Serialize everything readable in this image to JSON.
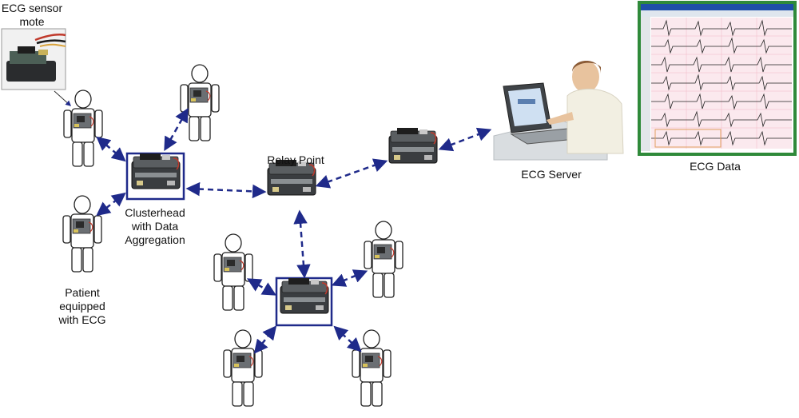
{
  "labels": {
    "sensor_mote": "ECG sensor\nmote",
    "relay_point": "Relay Point",
    "clusterhead": "Clusterhead\nwith Data\nAggregation",
    "patient": "Patient\nequipped\nwith ECG",
    "server": "ECG Server",
    "ecg_data": "ECG Data"
  },
  "colors": {
    "link": "#1f2a8a",
    "cluster_box": "#1f2a8a",
    "grid_pink": "#f2b8c6",
    "screen_green": "#2f8a3a"
  },
  "icons": {
    "person": "person-outline-icon",
    "node": "sensor-node-icon",
    "computer": "laptop-user-icon",
    "chart": "ecg-window-icon"
  }
}
